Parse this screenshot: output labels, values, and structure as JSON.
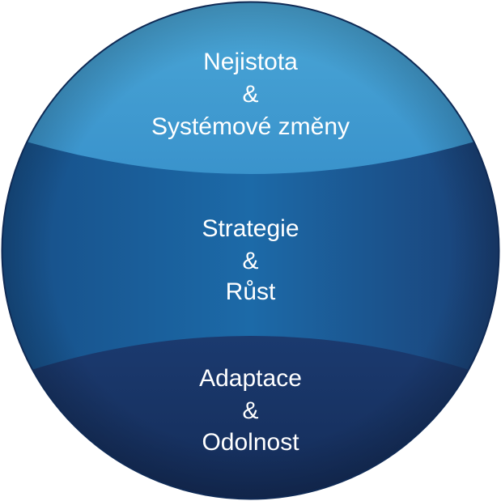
{
  "diagram": {
    "segments": [
      {
        "lines": [
          "Nejistota",
          "&",
          "Systémové změny"
        ],
        "color_top": "#4aa6d6",
        "color_bottom": "#3a93cc"
      },
      {
        "lines": [
          "Strategie",
          "&",
          "Růst"
        ],
        "color_top": "#1a5a96",
        "color_bottom": "#174e87"
      },
      {
        "lines": [
          "Adaptace",
          "&",
          "Odolnost"
        ],
        "color_top": "#1b3a6f",
        "color_bottom": "#142c58"
      }
    ],
    "outline_color": "#0f2a55"
  }
}
